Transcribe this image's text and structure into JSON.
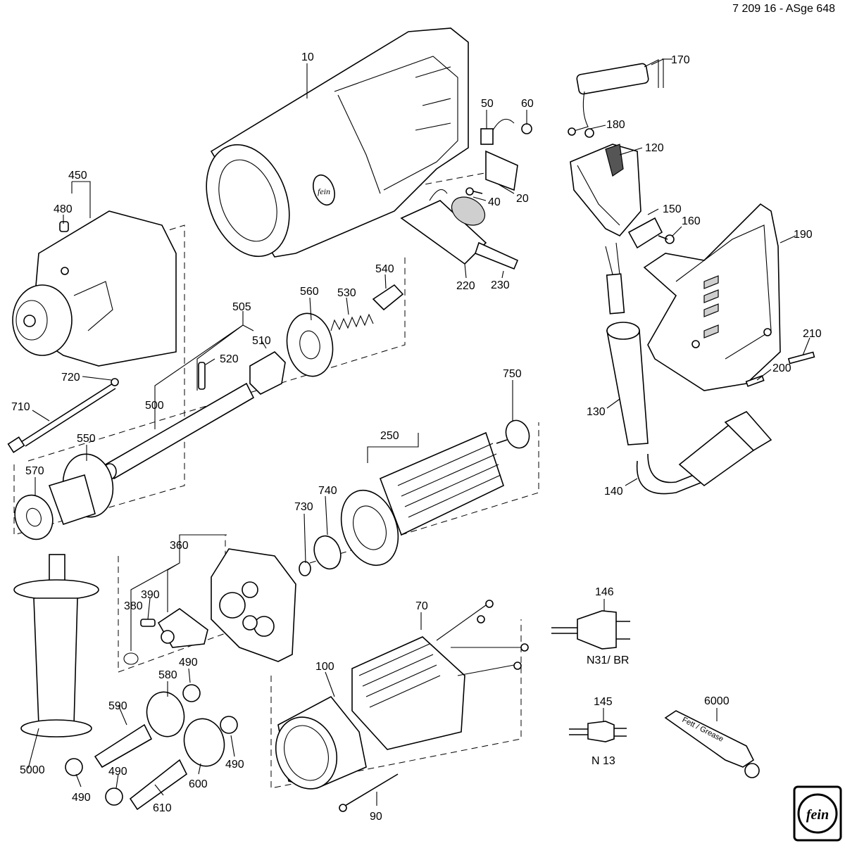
{
  "document_id": "7 209 16 - ASge 648",
  "parts": {
    "p10": "10",
    "p20": "20",
    "p40": "40",
    "p50": "50",
    "p60": "60",
    "p70": "70",
    "p90": "90",
    "p100": "100",
    "p120": "120",
    "p130": "130",
    "p140": "140",
    "p145": "145",
    "p146": "146",
    "p150": "150",
    "p160": "160",
    "p170": "170",
    "p180": "180",
    "p190": "190",
    "p200": "200",
    "p210": "210",
    "p220": "220",
    "p230": "230",
    "p250": "250",
    "p360": "360",
    "p380": "380",
    "p390": "390",
    "p450": "450",
    "p480": "480",
    "p490a": "490",
    "p490b": "490",
    "p490c": "490",
    "p490d": "490",
    "p500": "500",
    "p505": "505",
    "p510": "510",
    "p520": "520",
    "p530": "530",
    "p540": "540",
    "p550": "550",
    "p560": "560",
    "p570": "570",
    "p580": "580",
    "p590": "590",
    "p600": "600",
    "p610": "610",
    "p710": "710",
    "p720": "720",
    "p730": "730",
    "p740": "740",
    "p750": "750",
    "p5000": "5000",
    "p6000": "6000"
  },
  "plug_labels": {
    "n31": "N31/ BR",
    "n13": "N 13"
  },
  "tube_label": "Fett / Grease",
  "logo_text": "fein"
}
